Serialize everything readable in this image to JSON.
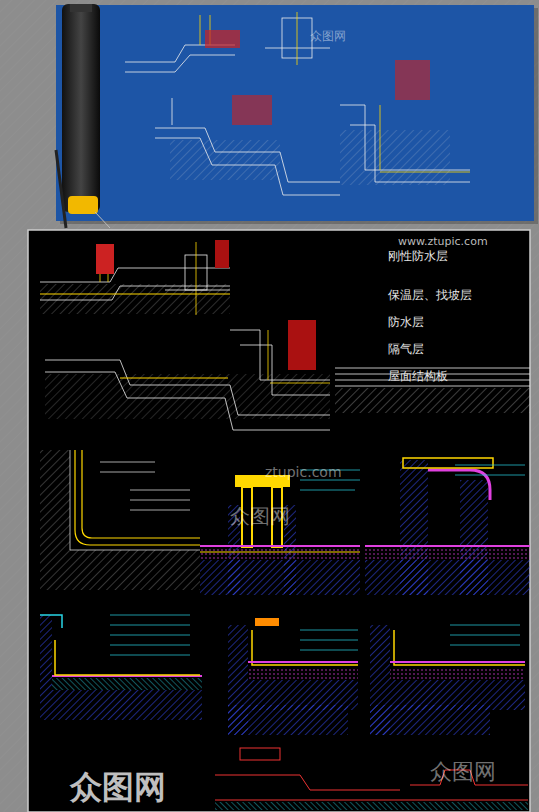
{
  "diagram": {
    "labels": [
      "www.ztupic.com",
      "刚性防水层",
      "保温层、找坡层",
      "防水层",
      "隔气层",
      "屋面结构板",
      "众图网",
      "ztupic.com",
      "众图网",
      "众图网",
      "众图网"
    ]
  }
}
